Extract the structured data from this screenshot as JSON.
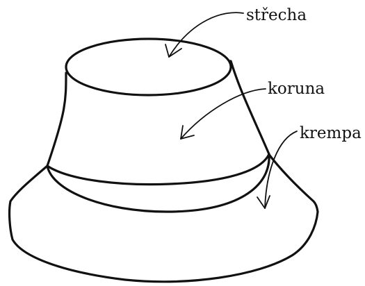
{
  "diagram": {
    "labels": {
      "roof": "střecha",
      "crown": "koruna",
      "brim": "krempa"
    }
  }
}
